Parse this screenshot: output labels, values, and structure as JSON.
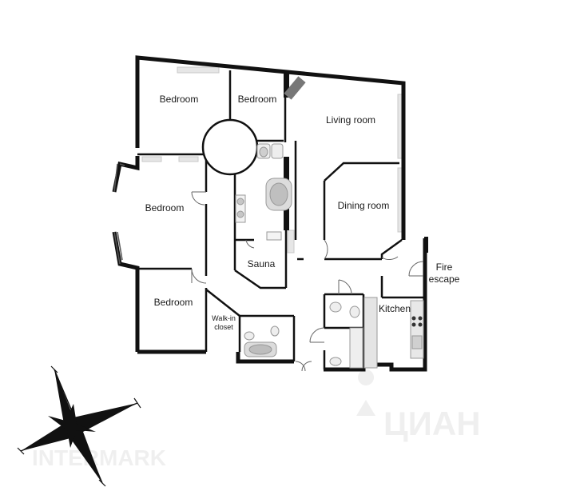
{
  "rooms": {
    "bedroom_top_left": "Bedroom",
    "bedroom_top_middle": "Bedroom",
    "living_room": "Living room",
    "bedroom_left": "Bedroom",
    "dining_room": "Dining room",
    "sauna": "Sauna",
    "fire_escape_line1": "Fire",
    "fire_escape_line2": "escape",
    "bedroom_bottom": "Bedroom",
    "walkin_line1": "Walk-in",
    "walkin_line2": "closet",
    "kitchen": "Kitchen"
  },
  "watermarks": {
    "cian": "ЦИАН",
    "agency": "INTERMARK"
  },
  "compass": {
    "label": "compass-rose"
  },
  "colors": {
    "wall": "#111111",
    "fixture": "#d8d8d8",
    "watermark": "#000000"
  }
}
